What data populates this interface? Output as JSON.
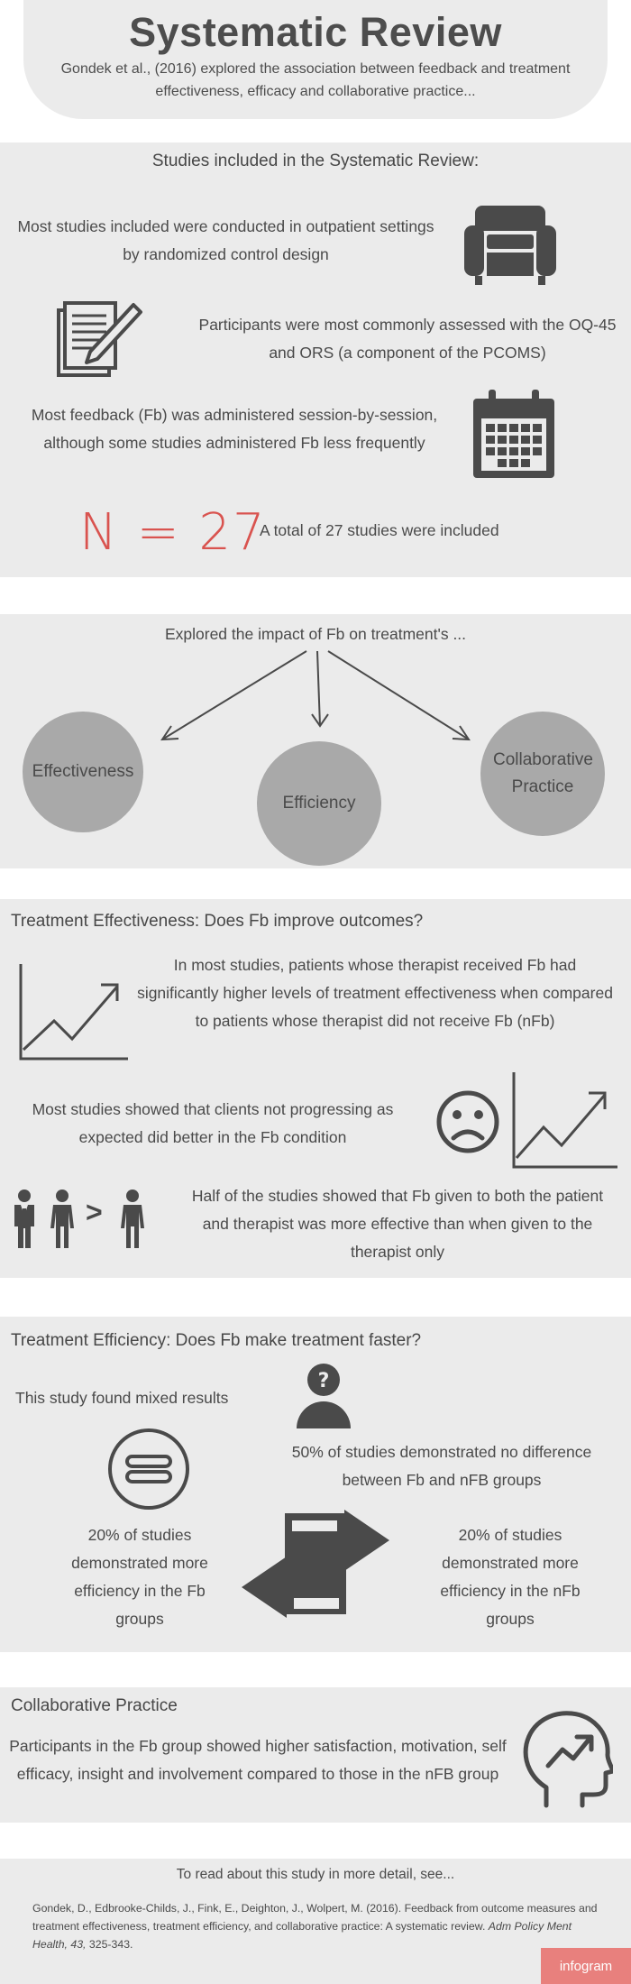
{
  "header": {
    "title": "Systematic Review",
    "subtitle": "Gondek et al., (2016) explored the association between feedback and treatment effectiveness, efficacy and collaborative practice..."
  },
  "studies": {
    "heading": "Studies included in the Systematic Review:",
    "outpatient": "Most studies included were conducted in outpatient settings by randomized control design",
    "measures": "Participants were most commonly assessed with the OQ-45 and ORS (a component of the PCOMS)",
    "frequency": "Most feedback (Fb) was administered session-by-session, although some studies administered Fb less frequently",
    "n_label": "N = 27",
    "total": "A total of 27 studies were included"
  },
  "impact": {
    "heading": "Explored the impact of Fb on treatment's ...",
    "circles": [
      "Effectiveness",
      "Efficiency",
      "Collaborative Practice"
    ]
  },
  "effectiveness": {
    "heading": "Treatment Effectiveness: Does Fb improve outcomes?",
    "p1": "In most studies, patients whose therapist received Fb had significantly higher levels of treatment effectiveness when compared to patients whose therapist did not receive Fb (nFb)",
    "p2": "Most studies showed that clients not progressing as expected did better in the Fb condition",
    "p3": "Half of the studies showed that Fb given to both the patient and therapist was more effective than when given to the therapist only",
    "compare_symbol": ">"
  },
  "efficiency": {
    "heading": "Treatment Efficiency: Does Fb make treatment faster?",
    "mixed": "This study found mixed results",
    "no_diff": "50% of studies demonstrated no difference between Fb and nFB groups",
    "fb": "20% of studies demonstrated more efficiency in the Fb groups",
    "nfb": "20% of studies demonstrated more efficiency in the nFb groups"
  },
  "collab": {
    "heading": "Collaborative Practice",
    "text": "Participants in the Fb group showed higher satisfaction, motivation, self efficacy, insight and involvement compared to those in the nFB group"
  },
  "footer": {
    "read_more": "To read about this study in more detail, see...",
    "citation_main": "Gondek, D., Edbrooke-Childs, J., Fink, E., Deighton, J., Wolpert, M. (2016). Feedback from outcome measures and treatment effectiveness, treatment efficiency, and collaborative practice: A systematic review. ",
    "citation_journal": "Adm Policy Ment Health, 43,",
    "citation_pages": " 325-343.",
    "badge": "infogram"
  },
  "colors": {
    "panel": "#ebebeb",
    "accent_red": "#d9534f",
    "circle_gray": "#a9a9a9",
    "icon_dark": "#4a4a4a"
  }
}
